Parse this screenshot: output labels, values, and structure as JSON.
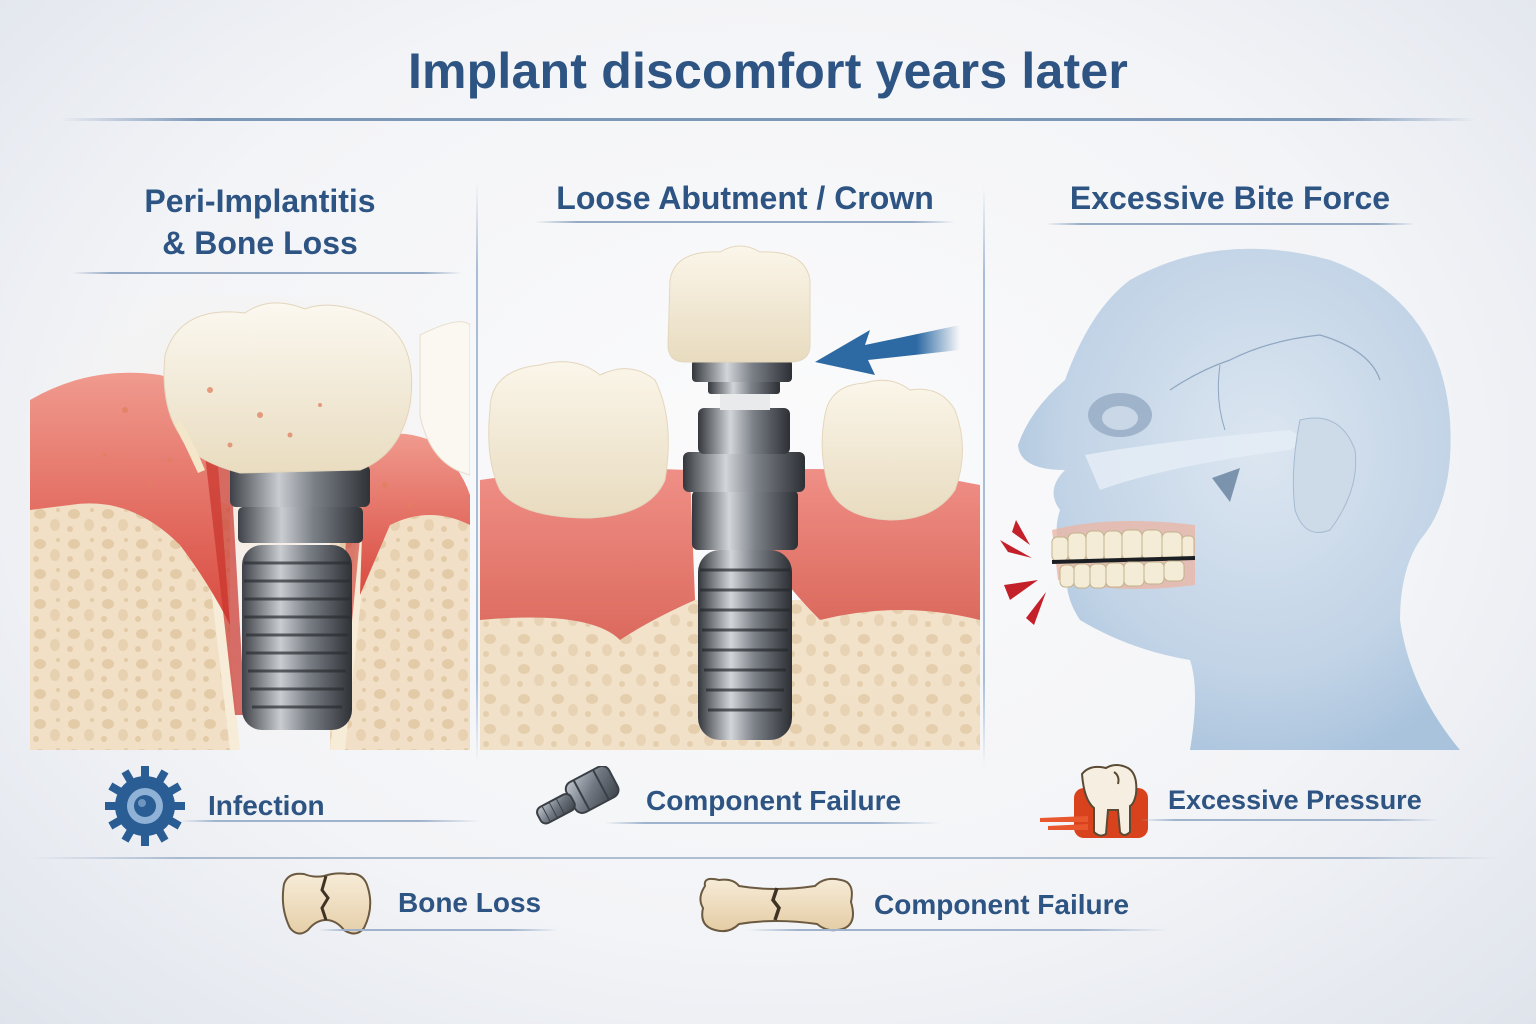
{
  "title": "Implant discomfort years later",
  "colors": {
    "heading_blue": "#2d5482",
    "rule_blue": "#7e98b8",
    "gum_red": "#d9544c",
    "bone_beige": "#f1dfc4",
    "metal_gray": "#6e737a",
    "skull_blue": "#c6d6e8",
    "arrow_blue": "#2d6aa3",
    "alert_red": "#c4202a"
  },
  "panels": [
    {
      "heading_line1": "Peri-Implantitis",
      "heading_line2": "& Bone Loss",
      "illustration": "inflamed-gum-implant-illustration",
      "label": "Infection",
      "icon": "gear-bacteria-icon"
    },
    {
      "heading_line1": "Loose Abutment / Crown",
      "illustration": "loose-crown-implant-illustration",
      "label": "Component Failure",
      "icon": "screw-abutment-icon"
    },
    {
      "heading_line1": "Excessive Bite Force",
      "illustration": "skull-clenching-illustration",
      "label": "Excessive Pressure",
      "icon": "pressured-tooth-icon"
    }
  ],
  "bottom_labels": [
    {
      "label": "Bone Loss",
      "icon": "cracked-tooth-icon"
    },
    {
      "label": "Component Failure",
      "icon": "cracked-bone-icon"
    }
  ]
}
